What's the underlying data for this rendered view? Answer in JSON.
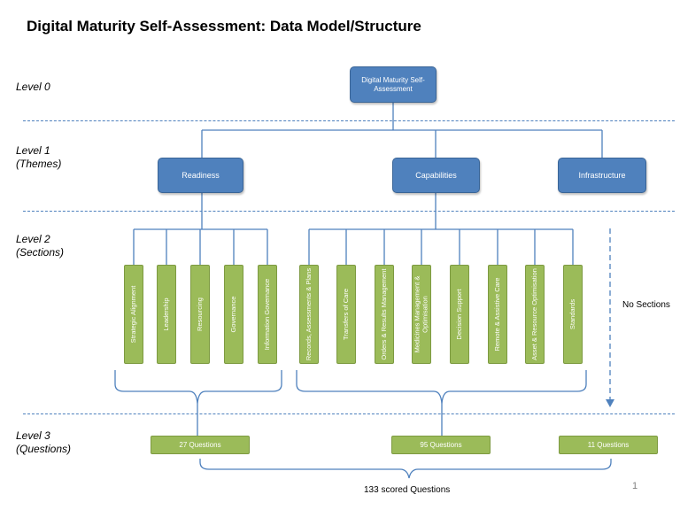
{
  "title": "Digital Maturity Self-Assessment: Data Model/Structure",
  "levels": {
    "l0": "Level 0",
    "l1_a": "Level 1",
    "l1_b": "(Themes)",
    "l2_a": "Level 2",
    "l2_b": "(Sections)",
    "l3_a": "Level  3",
    "l3_b": "(Questions)"
  },
  "root": "Digital Maturity Self-Assessment",
  "themes": [
    "Readiness",
    "Capabilities",
    "Infrastructure"
  ],
  "readiness_sections": [
    "Strategic Alignment",
    "Leadership",
    "Resourcing",
    "Governance",
    "Information Governance"
  ],
  "capabilities_sections": [
    "Records, Assessments & Plans",
    "Transfers of Care",
    "Orders & Results Management",
    "Medicines Management & Optimisation",
    "Decision Support",
    "Remote & Assistive Care",
    "Asset & Resource Optimisation",
    "Standards"
  ],
  "no_sections": "No Sections",
  "questions": [
    "27 Questions",
    "95 Questions",
    "11 Questions"
  ],
  "total": "133 scored Questions",
  "page_number": "1",
  "colors": {
    "blue": "#4f81bd",
    "green": "#9bbb59"
  }
}
